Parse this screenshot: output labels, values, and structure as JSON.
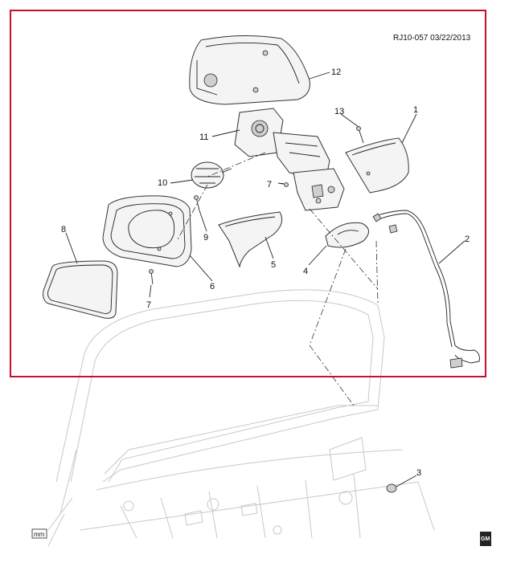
{
  "diagram": {
    "reference": "RJ10-057  03/22/2013",
    "callouts": [
      "1",
      "2",
      "3",
      "4",
      "5",
      "6",
      "7",
      "7",
      "8",
      "9",
      "10",
      "11",
      "12",
      "13"
    ],
    "unit_badge": "mm",
    "brand_badge": "GM",
    "highlight_color": "#c8102e"
  }
}
